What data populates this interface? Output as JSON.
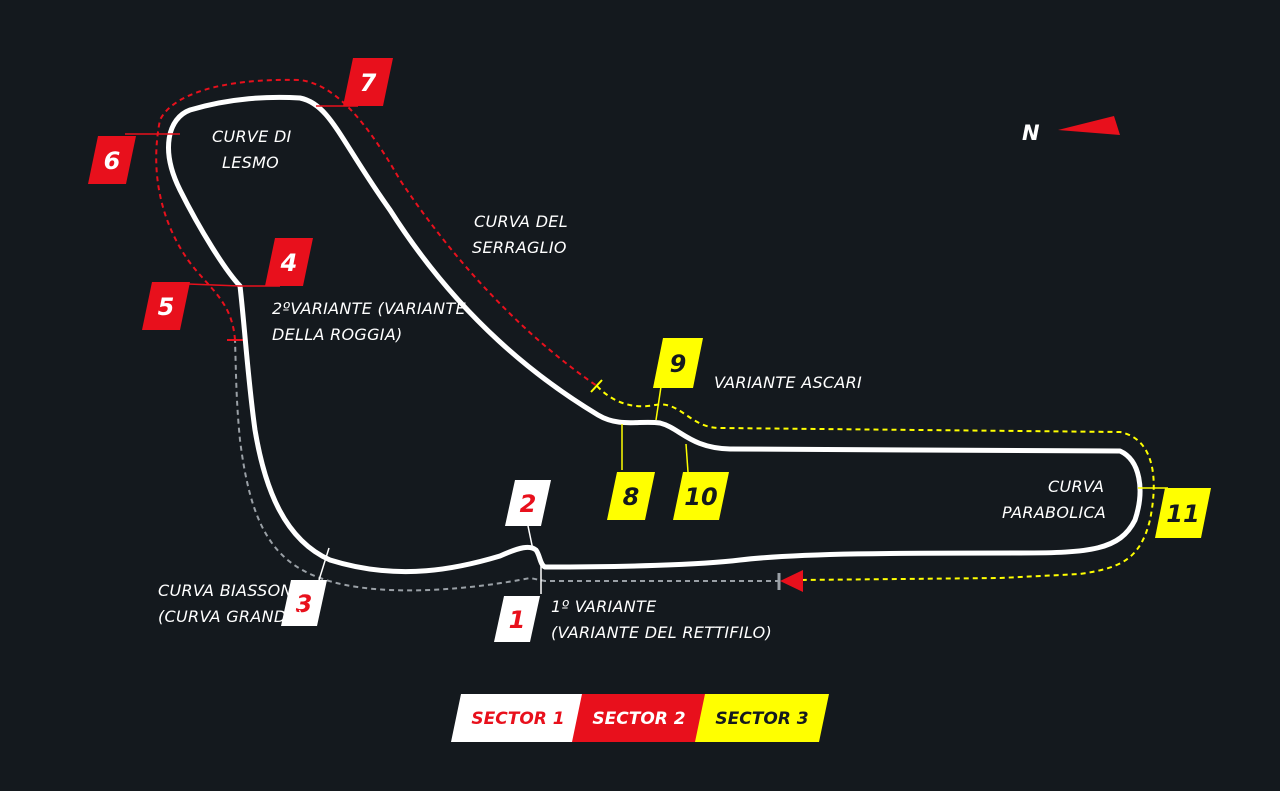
{
  "colors": {
    "background": "#14191e",
    "track": "#ffffff",
    "sector1": "#ffffff",
    "sector2": "#e8101c",
    "sector3": "#ffff00",
    "sector1_text": "#e8101c",
    "sector2_text": "#ffffff",
    "sector3_text": "#14191e",
    "pit_lane": "#9aa0a6"
  },
  "compass": {
    "label": "N",
    "icon": "north-arrow-icon"
  },
  "corners": [
    {
      "number": "1",
      "sector": 1
    },
    {
      "number": "2",
      "sector": 1
    },
    {
      "number": "3",
      "sector": 1
    },
    {
      "number": "4",
      "sector": 2
    },
    {
      "number": "5",
      "sector": 2
    },
    {
      "number": "6",
      "sector": 2
    },
    {
      "number": "7",
      "sector": 2
    },
    {
      "number": "8",
      "sector": 3
    },
    {
      "number": "9",
      "sector": 3
    },
    {
      "number": "10",
      "sector": 3
    },
    {
      "number": "11",
      "sector": 3
    }
  ],
  "labels": {
    "lesmo": [
      "CURVE DI",
      "LESMO"
    ],
    "serraglio": [
      "CURVA DEL",
      "SERRAGLIO"
    ],
    "roggia": [
      "2ºVARIANTE (VARIANTE",
      "DELLA ROGGIA)"
    ],
    "ascari": [
      "VARIANTE ASCARI"
    ],
    "parabolica": [
      "CURVA",
      "PARABOLICA"
    ],
    "biassono": [
      "CURVA BIASSONO",
      "(CURVA GRANDE)"
    ],
    "rettifilo": [
      "1º VARIANTE",
      "(VARIANTE DEL RETTIFILO)"
    ]
  },
  "legend": [
    {
      "label": "SECTOR 1",
      "sector": 1
    },
    {
      "label": "SECTOR 2",
      "sector": 2
    },
    {
      "label": "SECTOR 3",
      "sector": 3
    }
  ]
}
